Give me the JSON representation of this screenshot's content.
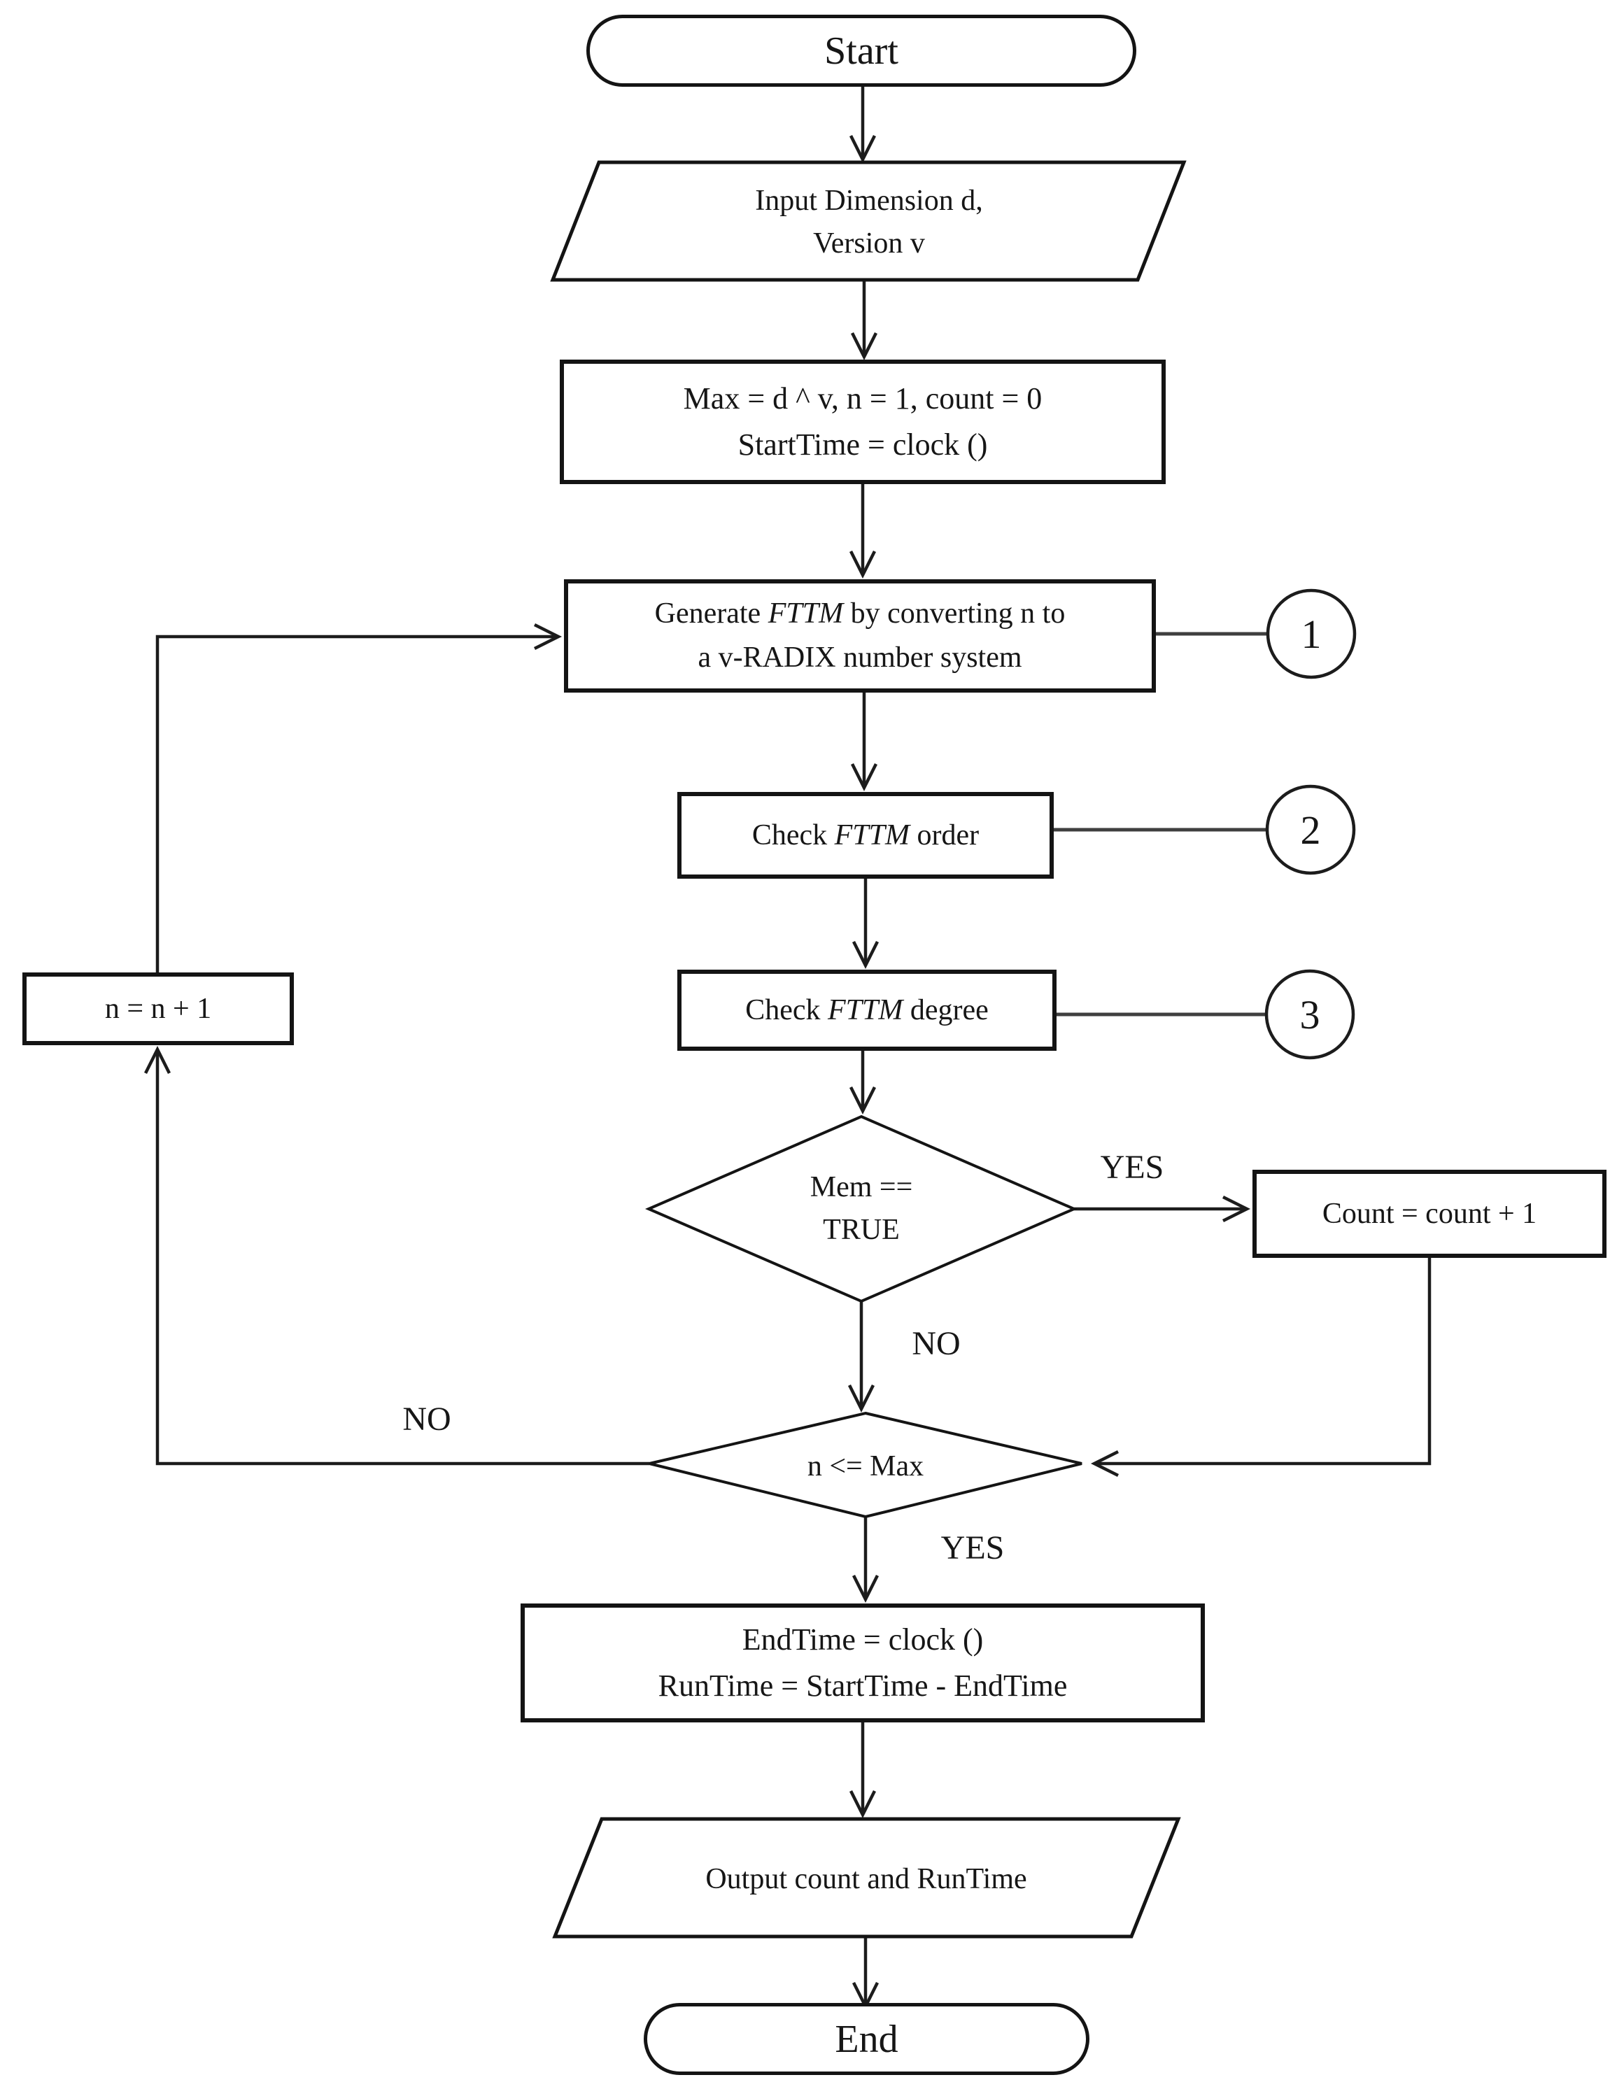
{
  "flowchart": {
    "nodes": {
      "start": "Start",
      "input_line1": "Input Dimension d,",
      "input_line2": "Version v",
      "init_line1": "Max = d ^ v, n = 1, count = 0",
      "init_line2": "StartTime = clock ()",
      "generate_pre": "Generate ",
      "generate_italic": "FTTM",
      "generate_post": " by converting n to",
      "generate_line2": "a v-RADIX number system",
      "check_order_pre": "Check ",
      "check_order_italic": "FTTM",
      "check_order_post": " order",
      "check_degree_pre": "Check ",
      "check_degree_italic": "FTTM",
      "check_degree_post": " degree",
      "mem_decision_line1": "Mem ==",
      "mem_decision_line2": "TRUE",
      "count_label": "Count = count + 1",
      "increment_label": "n = n + 1",
      "max_decision_label": "n <= Max",
      "endtime_line1": "EndTime = clock ()",
      "endtime_line2": "RunTime = StartTime - EndTime",
      "output_label": "Output count and RunTime",
      "end": "End"
    },
    "branch_labels": {
      "mem_yes": "YES",
      "mem_no": "NO",
      "max_no": "NO",
      "max_yes": "YES"
    },
    "references": {
      "r1": "1",
      "r2": "2",
      "r3": "3"
    },
    "colors": {
      "stroke": "#1c1c1c",
      "connector": "#3f3f3f",
      "background": "#ffffff"
    }
  }
}
